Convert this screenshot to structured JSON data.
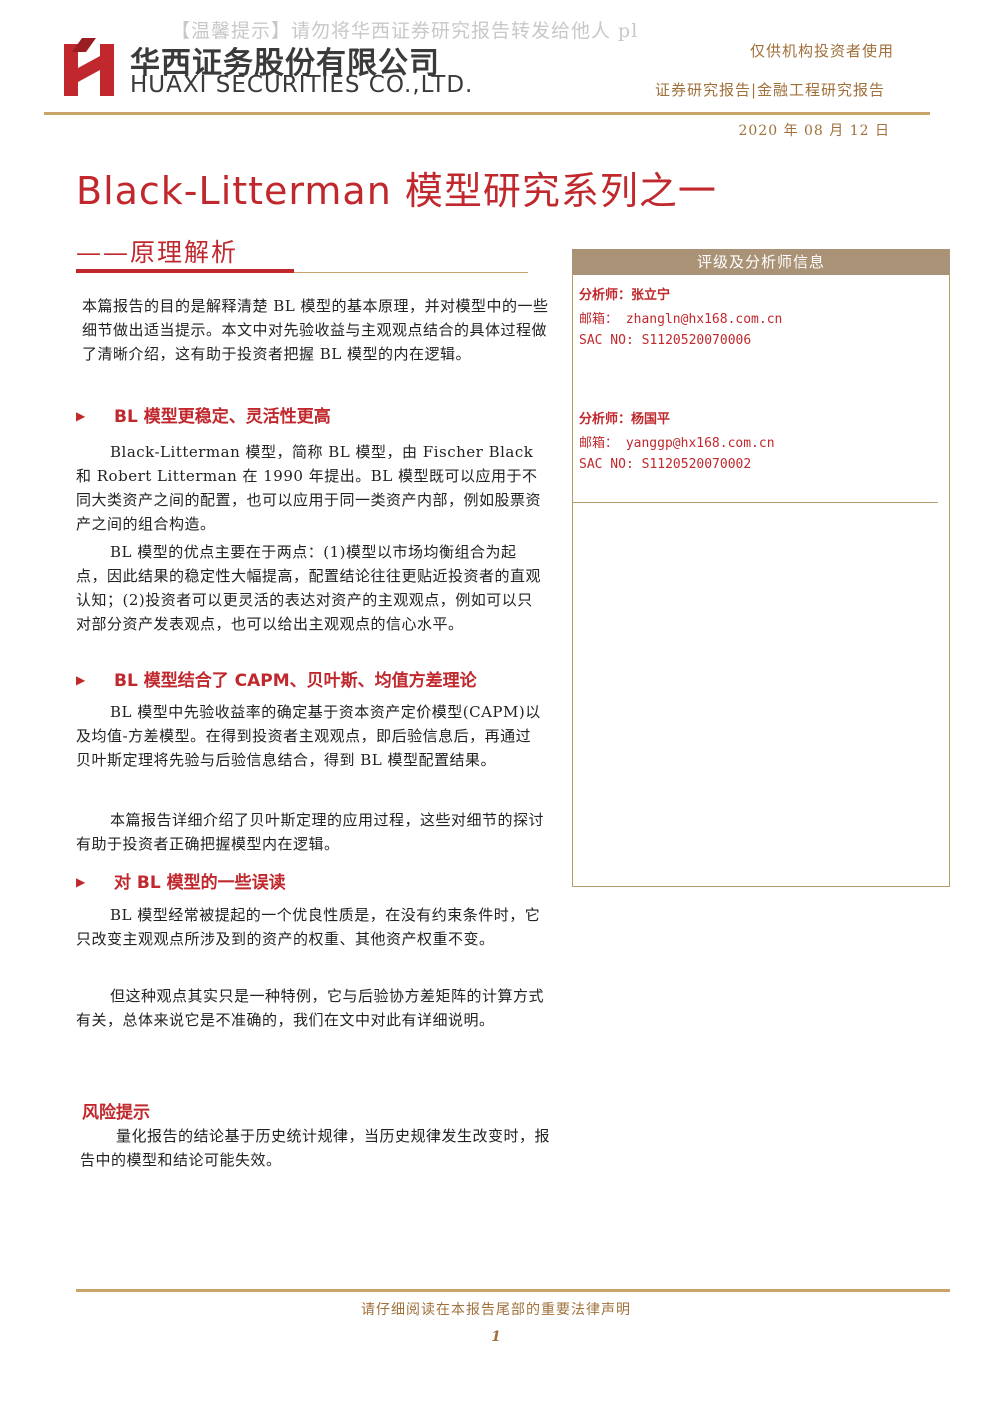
{
  "header": {
    "watermark": "【温馨提示】请勿将华西证券研究报告转发给他人 pl",
    "company_cn": "华西证务股份有限公司",
    "company_en": "HUAXI SECURITIES CO.,LTD.",
    "audience": "仅供机构投资者使用",
    "report_type": "证券研究报告|金融工程研究报告",
    "date": "2020 年 08 月 12 日",
    "brand_color": "#c0282d",
    "accent_color": "#c9a46a"
  },
  "title": {
    "main": "Black-Litterman 模型研究系列之一",
    "sub": "——原理解析"
  },
  "summary": "本篇报告的目的是解释清楚 BL 模型的基本原理，并对模型中的一些细节做出适当提示。本文中对先验收益与主观观点结合的具体过程做了清晰介绍，这有助于投资者把握 BL 模型的内在逻辑。",
  "sections": [
    {
      "arrow": "▶",
      "heading": "BL 模型更稳定、灵活性更高",
      "paragraphs": [
        "Black-Litterman 模型，简称 BL 模型，由 Fischer Black 和 Robert Litterman 在 1990 年提出。BL 模型既可以应用于不同大类资产之间的配置，也可以应用于同一类资产内部，例如股票资产之间的组合构造。",
        "BL 模型的优点主要在于两点：(1)模型以市场均衡组合为起点，因此结果的稳定性大幅提高，配置结论往往更贴近投资者的直观认知；(2)投资者可以更灵活的表达对资产的主观观点，例如可以只对部分资产发表观点，也可以给出主观观点的信心水平。"
      ]
    },
    {
      "arrow": "▶",
      "heading": "BL 模型结合了 CAPM、贝叶斯、均值方差理论",
      "paragraphs": [
        "BL 模型中先验收益率的确定基于资本资产定价模型(CAPM)以及均值-方差模型。在得到投资者主观观点，即后验信息后，再通过贝叶斯定理将先验与后验信息结合，得到 BL 模型配置结果。",
        "本篇报告详细介绍了贝叶斯定理的应用过程，这些对细节的探讨有助于投资者正确把握模型内在逻辑。"
      ]
    },
    {
      "arrow": "▶",
      "heading": "对 BL 模型的一些误读",
      "paragraphs": [
        "BL 模型经常被提起的一个优良性质是，在没有约束条件时，它只改变主观观点所涉及到的资产的权重、其他资产权重不变。",
        "但这种观点其实只是一种特例，它与后验协方差矩阵的计算方式有关，总体来说它是不准确的，我们在文中对此有详细说明。"
      ]
    }
  ],
  "risk": {
    "title": "风险提示",
    "text": "量化报告的结论基于历史统计规律，当历史规律发生改变时，报告中的模型和结论可能失效。"
  },
  "analysts": {
    "header": "评级及分析师信息",
    "list": [
      {
        "name": "分析师：张立宁",
        "email": "邮箱： zhangln@hx168.com.cn",
        "sac": "SAC NO: S1120520070006"
      },
      {
        "name": "分析师：杨国平",
        "email": "邮箱： yanggp@hx168.com.cn",
        "sac": "SAC NO: S1120520070002"
      }
    ]
  },
  "footer": {
    "note": "请仔细阅读在本报告尾部的重要法律声明",
    "page": "1"
  }
}
